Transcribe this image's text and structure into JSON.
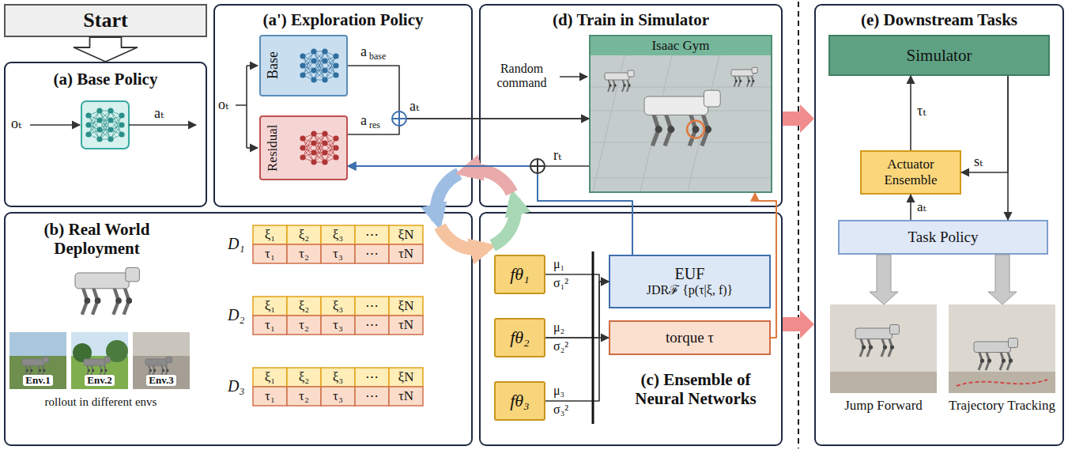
{
  "diagram": {
    "nodes": [
      {
        "text": [
          "Start"
        ]
      },
      {
        "text": [
          "(a) Base Policy"
        ]
      },
      {
        "text": [
          "(a') Exploration Policy"
        ]
      },
      {
        "text": [
          "Base"
        ],
        "in": 2
      },
      {
        "text": [
          "Residual"
        ],
        "in": 2
      },
      {
        "text": [
          "(d) Train in Simulator"
        ]
      },
      {
        "text": [
          "Isaac Gym"
        ],
        "in": 5
      },
      {
        "text": [
          "(b) Real World Deployment"
        ]
      },
      {
        "text": [
          "(c) Ensemble of Neural Networks"
        ]
      },
      {
        "text": [
          "fθ₁"
        ],
        "in": 8
      },
      {
        "text": [
          "fθ₂"
        ],
        "in": 8
      },
      {
        "text": [
          "fθ₃"
        ],
        "in": 8
      },
      {
        "text": [
          "EUF",
          "JDRℱ {p(τ|ξ, f)}"
        ],
        "in": 8
      },
      {
        "text": [
          "torque τ"
        ],
        "in": 8
      },
      {
        "text": [
          "(e) Downstream Tasks"
        ]
      },
      {
        "text": [
          "Simulator"
        ],
        "in": 14
      },
      {
        "text": [
          "Actuator Ensemble"
        ],
        "in": 14
      },
      {
        "text": [
          "Task Policy"
        ],
        "in": 14
      },
      {
        "text": [
          "Jump Forward"
        ],
        "in": 14
      },
      {
        "text": [
          "Trajectory Tracking"
        ],
        "in": 14
      }
    ],
    "edges": [
      {
        "from": 0,
        "to": 1,
        "arrow": "to"
      },
      {
        "from": 2,
        "to": 7,
        "arrow": "to"
      },
      {
        "from": 7,
        "to": 8,
        "arrow": "to"
      },
      {
        "from": 8,
        "to": 5,
        "arrow": "to"
      },
      {
        "from": 5,
        "to": 2,
        "arrow": "to"
      },
      {
        "from": 3,
        "to": 6,
        "arrow": "to"
      },
      {
        "from": 4,
        "to": 6,
        "arrow": "to"
      },
      {
        "from": 6,
        "to": 4,
        "arrow": "to"
      },
      {
        "from": 12,
        "to": 4,
        "arrow": "to"
      },
      {
        "from": 9,
        "to": 12,
        "arrow": "to"
      },
      {
        "from": 10,
        "to": 12,
        "arrow": "to"
      },
      {
        "from": 11,
        "to": 12,
        "arrow": "to"
      },
      {
        "from": 10,
        "to": 13,
        "arrow": "to"
      },
      {
        "from": 13,
        "to": 6,
        "arrow": "to"
      },
      {
        "from": 5,
        "to": 14,
        "arrow": "to"
      },
      {
        "from": 8,
        "to": 14,
        "arrow": "to"
      },
      {
        "from": 15,
        "to": 16,
        "arrow": "to"
      },
      {
        "from": 15,
        "to": 17,
        "arrow": "to"
      },
      {
        "from": 17,
        "to": 16,
        "arrow": "to"
      },
      {
        "from": 16,
        "to": 15,
        "arrow": "to"
      },
      {
        "from": 17,
        "to": 18,
        "arrow": "to"
      },
      {
        "from": 17,
        "to": 19,
        "arrow": "to"
      }
    ],
    "labels": [
      "oₜ",
      "aₜ",
      "oₜ",
      "a",
      "base",
      "aₜ",
      "a",
      "res",
      "Random command",
      "rₜ",
      "D₁",
      "ξ₁",
      "ξ₂",
      "ξ₃",
      "⋯",
      "ξN",
      "τ₁",
      "τ₂",
      "τ₃",
      "⋯",
      "τN",
      "D₂",
      "ξ₁",
      "ξ₂",
      "ξ₃",
      "⋯",
      "ξN",
      "τ₁",
      "τ₂",
      "τ₃",
      "⋯",
      "τN",
      "D₃",
      "ξ₁",
      "ξ₂",
      "ξ₃",
      "⋯",
      "ξN",
      "τ₁",
      "τ₂",
      "τ₃",
      "⋯",
      "τN",
      "Env.1",
      "Env.2",
      "Env.3",
      "rollout in different envs",
      "μ₁",
      "σ₁²",
      "μ₂",
      "σ₂²",
      "μ₃",
      "σ₃²",
      "τₜ",
      "sₜ",
      "aₜ"
    ]
  }
}
